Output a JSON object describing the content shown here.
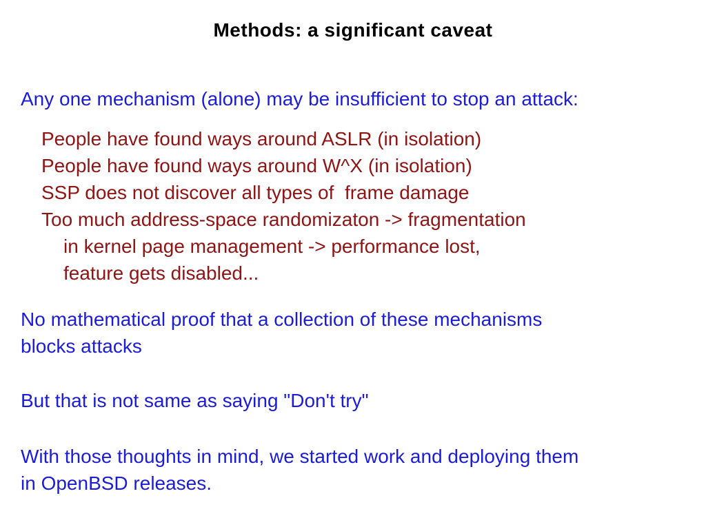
{
  "slide": {
    "title": "Methods: a significant caveat",
    "intro": "Any one mechanism (alone) may be insufficient to stop an attack:",
    "caveats": [
      {
        "text": "People have found ways around ASLR (in isolation)"
      },
      {
        "text": "People have found ways around W^X (in isolation)"
      },
      {
        "text": "SSP does not discover all types of  frame damage"
      },
      {
        "text": "Too much address-space randomizaton -> fragmentation"
      },
      {
        "text": "in kernel page management -> performance lost,"
      },
      {
        "text": "feature gets disabled..."
      }
    ],
    "paragraphs": {
      "no_proof": "No mathematical proof that a collection of these mechanisms\nblocks attacks",
      "dont_try": "But that is not same as saying \"Don't try\"",
      "deploying": "With those thoughts in mind, we started work and deploying them\nin OpenBSD releases."
    },
    "colors": {
      "background": "#ffffff",
      "title_text": "#000000",
      "primary_text": "#1c1cd6",
      "caveat_text": "#8f1414"
    }
  }
}
